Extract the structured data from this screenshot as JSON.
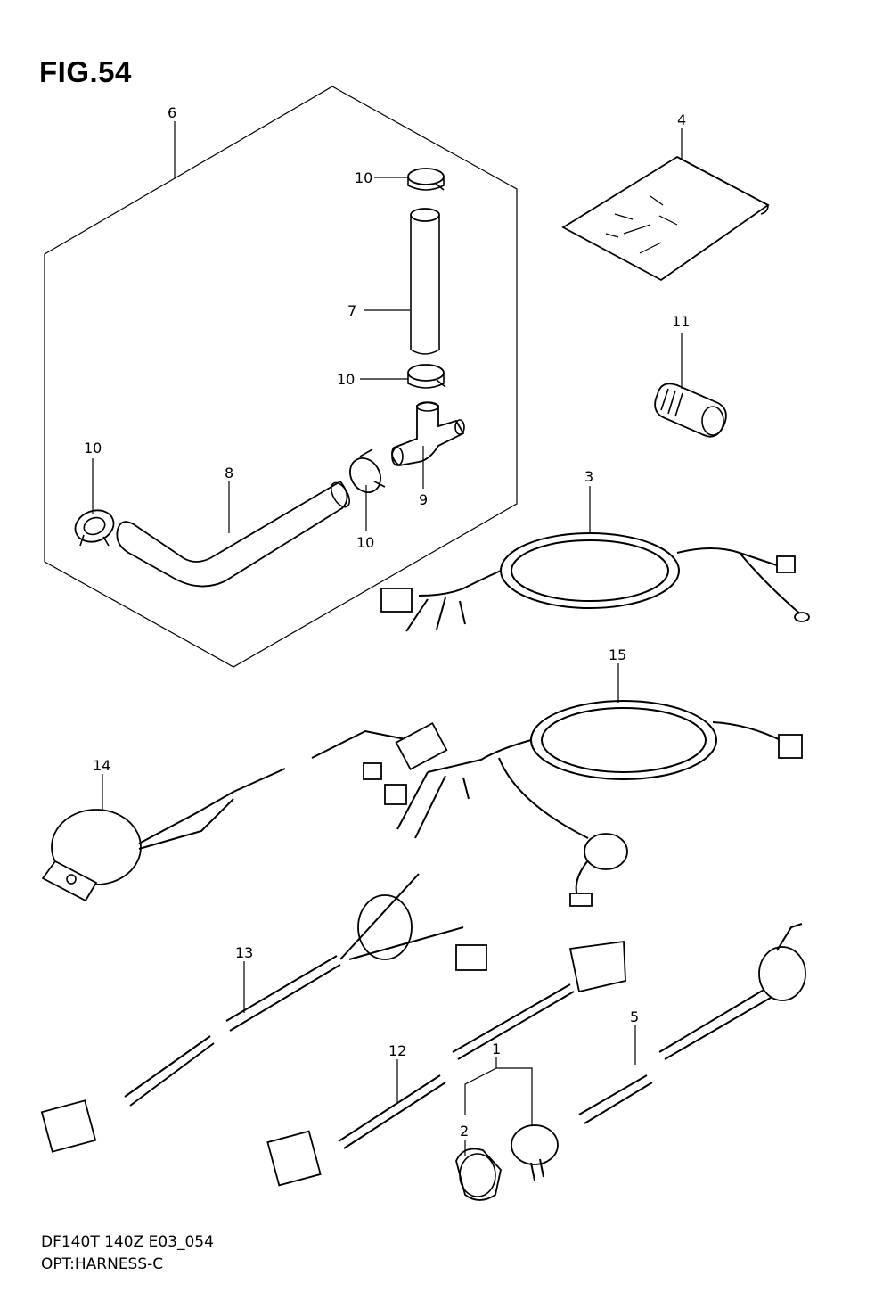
{
  "figure": {
    "title": "FIG.54",
    "footer_line1": "DF140T 140Z E03_054",
    "footer_line2": "OPT:HARNESS-C"
  },
  "callouts": {
    "c1": "1",
    "c2": "2",
    "c3": "3",
    "c4": "4",
    "c5": "5",
    "c6": "6",
    "c7": "7",
    "c8": "8",
    "c9": "9",
    "c10a": "10",
    "c10b": "10",
    "c10c": "10",
    "c10d": "10",
    "c11": "11",
    "c12": "12",
    "c13": "13",
    "c14": "14",
    "c15": "15"
  }
}
